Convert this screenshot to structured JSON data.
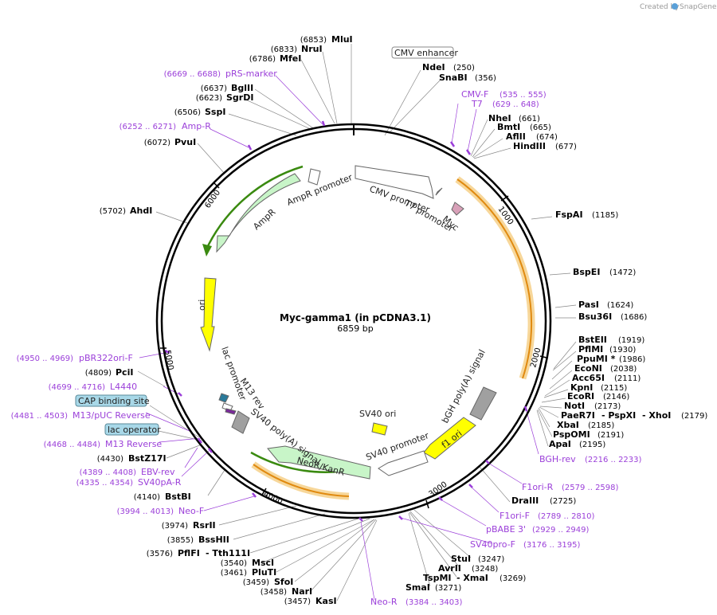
{
  "credit": {
    "text": "Created by",
    "brand": "SnapGene"
  },
  "plasmid": {
    "name": "Myc-gamma1 (in pCDNA3.1)",
    "length": "6859 bp"
  },
  "ticks": [
    "1000",
    "2000",
    "3000",
    "4000",
    "5000",
    "6000"
  ],
  "features": {
    "cmv_enhancer": "CMV enhancer",
    "cmv_promoter": "CMV promoter",
    "t7_promoter": "T7 promoter",
    "myc": "Myc",
    "ampr_promoter": "AmpR promoter",
    "ampr": "AmpR",
    "ori": "ori",
    "bgh": "bGH poly(A) signal",
    "f1ori": "f1 ori",
    "sv40_promoter": "SV40 promoter",
    "sv40_ori": "SV40 ori",
    "neor": "NeoR/KanR",
    "sv40_polya": "SV40 poly(A) signal",
    "lac_promoter": "lac promoter",
    "m13rev": "M13 rev",
    "cap_binding_site": "CAP binding site",
    "lac_operator": "lac operator"
  },
  "enzymes": {
    "mlui": {
      "name": "MluI",
      "pos": "(6853)"
    },
    "nrui": {
      "name": "NruI",
      "pos": "(6833)"
    },
    "mfei": {
      "name": "MfeI",
      "pos": "(6786)"
    },
    "bglii": {
      "name": "BglII",
      "pos": "(6637)"
    },
    "sgrdi": {
      "name": "SgrDI",
      "pos": "(6623)"
    },
    "sspi": {
      "name": "SspI",
      "pos": "(6506)"
    },
    "pvui": {
      "name": "PvuI",
      "pos": "(6072)"
    },
    "ahdi": {
      "name": "AhdI",
      "pos": "(5702)"
    },
    "ndei": {
      "name": "NdeI",
      "pos": "(250)"
    },
    "snabi": {
      "name": "SnaBI",
      "pos": "(356)"
    },
    "nhei": {
      "name": "NheI",
      "pos": "(661)"
    },
    "bmti": {
      "name": "BmtI",
      "pos": "(665)"
    },
    "aflii": {
      "name": "AflII",
      "pos": "(674)"
    },
    "hindiii": {
      "name": "HindIII",
      "pos": "(677)"
    },
    "fspai": {
      "name": "FspAI",
      "pos": "(1185)"
    },
    "bspei": {
      "name": "BspEI",
      "pos": "(1472)"
    },
    "psti": {
      "name": "PasI",
      "pos": "(1624)"
    },
    "bsu36i": {
      "name": "Bsu36I",
      "pos": "(1686)"
    },
    "bsteii": {
      "name": "BstEII",
      "pos": "(1919)"
    },
    "pflmi": {
      "name": "PflMI",
      "pos": "(1930)"
    },
    "ppumi": {
      "name": "PpuMI *",
      "pos": "(1986)"
    },
    "econi": {
      "name": "EcoNI",
      "pos": "(2038)"
    },
    "acc65i": {
      "name": "Acc65I",
      "pos": "(2111)"
    },
    "kpni": {
      "name": "KpnI",
      "pos": "(2115)"
    },
    "ecori": {
      "name": "EcoRI",
      "pos": "(2146)"
    },
    "noti": {
      "name": "NotI",
      "pos": "(2173)"
    },
    "paer7i": {
      "name": "PaeR7I",
      "sep1": "- PspXI",
      "sep2": "- XhoI",
      "pos": "(2179)"
    },
    "xbai": {
      "name": "XbaI",
      "pos": "(2185)"
    },
    "pspomi": {
      "name": "PspOMI",
      "pos": "(2191)"
    },
    "apai": {
      "name": "ApaI",
      "pos": "(2195)"
    },
    "draiii": {
      "name": "DraIII",
      "pos": "(2725)"
    },
    "stui": {
      "name": "StuI",
      "pos": "(3247)"
    },
    "avrii": {
      "name": "AvrII",
      "pos": "(3248)"
    },
    "tspmi": {
      "name": "TspMI",
      "sep": "- XmaI",
      "pos": "(3269)"
    },
    "smai": {
      "name": "SmaI",
      "pos": "(3271)"
    },
    "kasi": {
      "name": "KasI",
      "pos": "(3457)"
    },
    "nari": {
      "name": "NarI",
      "pos": "(3458)"
    },
    "sfoi": {
      "name": "SfoI",
      "pos": "(3459)"
    },
    "pluti": {
      "name": "PluTI",
      "pos": "(3461)"
    },
    "msci": {
      "name": "MscI",
      "pos": "(3540)"
    },
    "pflfi": {
      "name": "PflFI",
      "sep": "- Tth111I",
      "pos": "(3576)"
    },
    "bsshii": {
      "name": "BssHII",
      "pos": "(3855)"
    },
    "rsrii": {
      "name": "RsrII",
      "pos": "(3974)"
    },
    "bstbi": {
      "name": "BstBI",
      "pos": "(4140)"
    },
    "bstz17i": {
      "name": "BstZ17I",
      "pos": "(4430)"
    },
    "pcii": {
      "name": "PciI",
      "pos": "(4809)"
    }
  },
  "primers": {
    "prs": {
      "name": "pRS-marker",
      "pos": "(6669 .. 6688)"
    },
    "ampr": {
      "name": "Amp-R",
      "pos": "(6252 .. 6271)"
    },
    "cmvf": {
      "name": "CMV-F",
      "pos": "(535 .. 555)"
    },
    "t7": {
      "name": "T7",
      "pos": "(629 .. 648)"
    },
    "bghrev": {
      "name": "BGH-rev",
      "pos": "(2216 .. 2233)"
    },
    "f1orir": {
      "name": "F1ori-R",
      "pos": "(2579 .. 2598)"
    },
    "f1orif": {
      "name": "F1ori-F",
      "pos": "(2789 .. 2810)"
    },
    "pbabe": {
      "name": "pBABE 3'",
      "pos": "(2929 .. 2949)"
    },
    "sv40prof": {
      "name": "SV40pro-F",
      "pos": "(3176 .. 3195)"
    },
    "neor": {
      "name": "Neo-R",
      "pos": "(3384 .. 3403)"
    },
    "neof": {
      "name": "Neo-F",
      "pos": "(3994 .. 4013)"
    },
    "sv40par": {
      "name": "SV40pA-R",
      "pos": "(4335 .. 4354)"
    },
    "ebvrev": {
      "name": "EBV-rev",
      "pos": "(4389 .. 4408)"
    },
    "m13rev": {
      "name": "M13 Reverse",
      "pos": "(4468 .. 4484)"
    },
    "m13puc": {
      "name": "M13/pUC Reverse",
      "pos": "(4481 .. 4503)"
    },
    "l4440": {
      "name": "L4440",
      "pos": "(4699 .. 4716)"
    },
    "pbr322": {
      "name": "pBR322ori-F",
      "pos": "(4950 .. 4969)"
    }
  },
  "colors": {
    "primer": "#9b3fd9",
    "cds": "#c8f5c8",
    "ori": "#ffff00",
    "polyA": "#a0a0a0",
    "promoter": "#ffffff",
    "ring": "#000000",
    "orange": "#f0a030"
  }
}
